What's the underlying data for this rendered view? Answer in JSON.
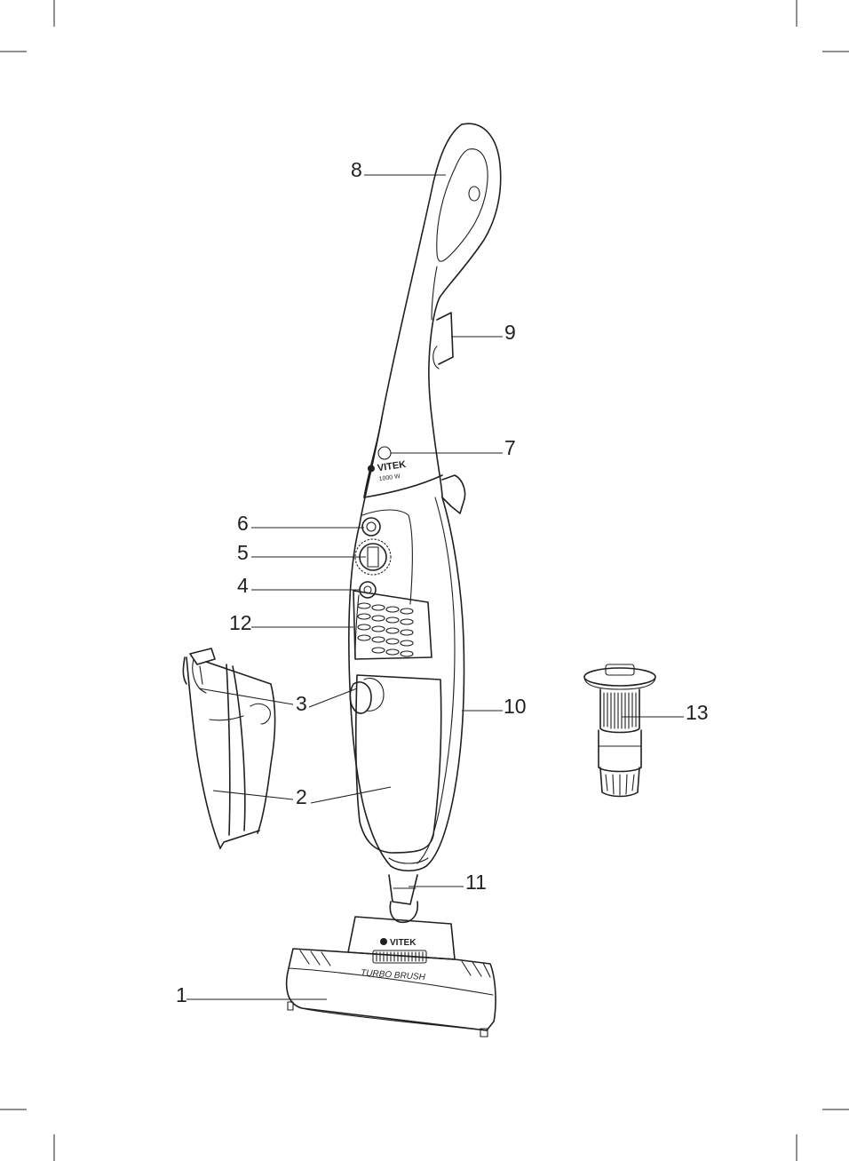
{
  "labels": {
    "l1": "1",
    "l2": "2",
    "l3": "3",
    "l4": "4",
    "l5": "5",
    "l6": "6",
    "l7": "7",
    "l8": "8",
    "l9": "9",
    "l10": "10",
    "l11": "11",
    "l12": "12",
    "l13": "13"
  },
  "body_marking": {
    "brand": "VITEK",
    "power": "1000 W"
  },
  "brush_marking": {
    "brand": "VITEK",
    "name": "TURBO BRUSH"
  }
}
